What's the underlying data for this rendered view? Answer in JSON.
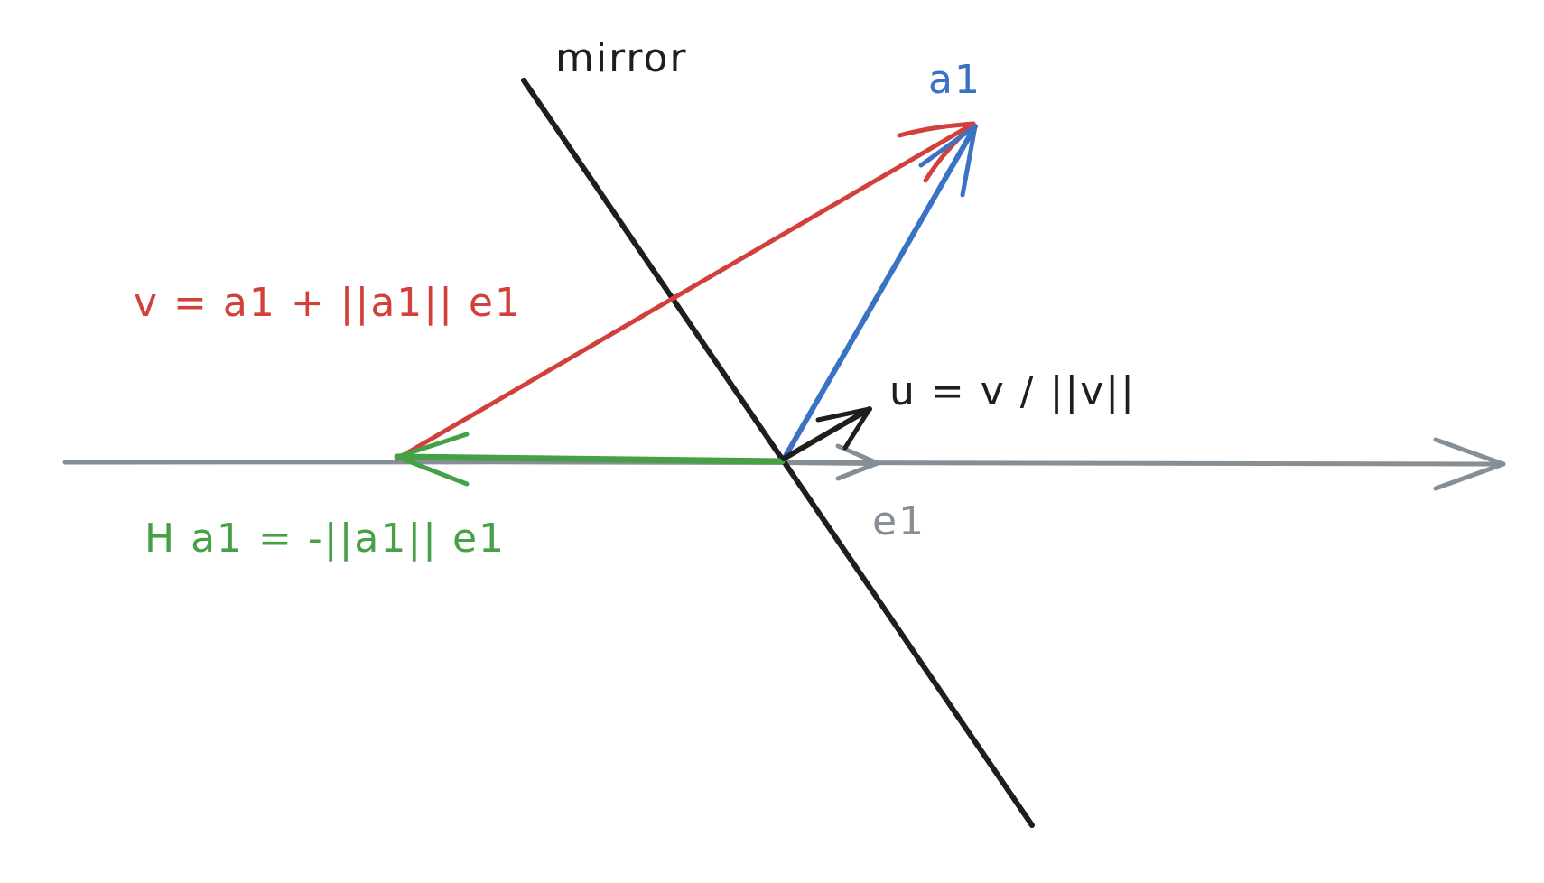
{
  "colors": {
    "background": "#ffffff",
    "mirror": "#1e1e1e",
    "axis": "#868e96",
    "a1": "#3a72c4",
    "v": "#d2403c",
    "h": "#46a046",
    "u": "#1e1e1e"
  },
  "labels": {
    "mirror": "mirror",
    "a1": "a1",
    "v": "v = a1 + ||a1|| e1",
    "u": "u = v / ||v||",
    "h": "H a1 = -||a1|| e1",
    "e1": "e1"
  }
}
